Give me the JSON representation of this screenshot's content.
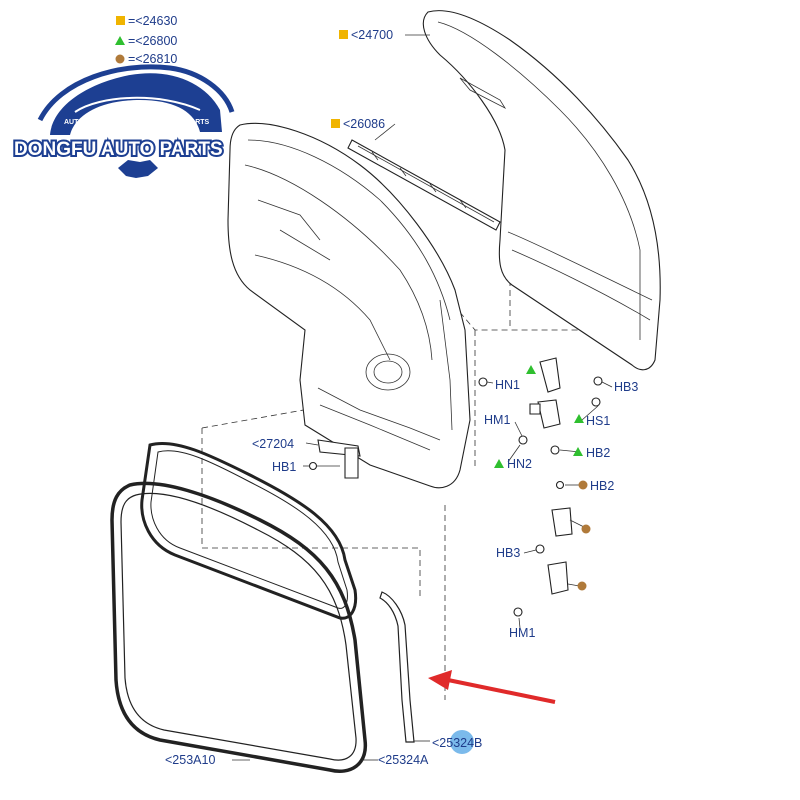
{
  "legend": [
    {
      "symbol": "square",
      "color": "#f0b400",
      "text": "=<24630"
    },
    {
      "symbol": "triangle",
      "color": "#2fbf2f",
      "text": "=<26800"
    },
    {
      "symbol": "circle",
      "color": "#b07a3a",
      "text": "=<26810"
    }
  ],
  "watermark": {
    "brand": "DONGFU AUTO PARTS",
    "arc_left": "AUTO",
    "arc_right": "PARTS",
    "color": "#1d3f92"
  },
  "callouts": {
    "c24700": "<24700",
    "c26086": "<26086",
    "c27204": "<27204",
    "hb1": "HB1",
    "hn1": "HN1",
    "hb3_right": "HB3",
    "hm1_top": "HM1",
    "hs1": "HS1",
    "hb2_upper": "HB2",
    "hn2": "HN2",
    "hb2_lower": "HB2",
    "hb3_left": "HB3",
    "hm1_bottom": "HM1",
    "c25324b": "<25324B",
    "c253a10": "<253A10",
    "c25324a": "<25324A"
  },
  "colors": {
    "label": "#1f3c8a",
    "square": "#f0b400",
    "triangle": "#2fbf2f",
    "circle": "#b07a3a",
    "arrow": "#e02a2a",
    "highlight": "#5aa9e6"
  }
}
